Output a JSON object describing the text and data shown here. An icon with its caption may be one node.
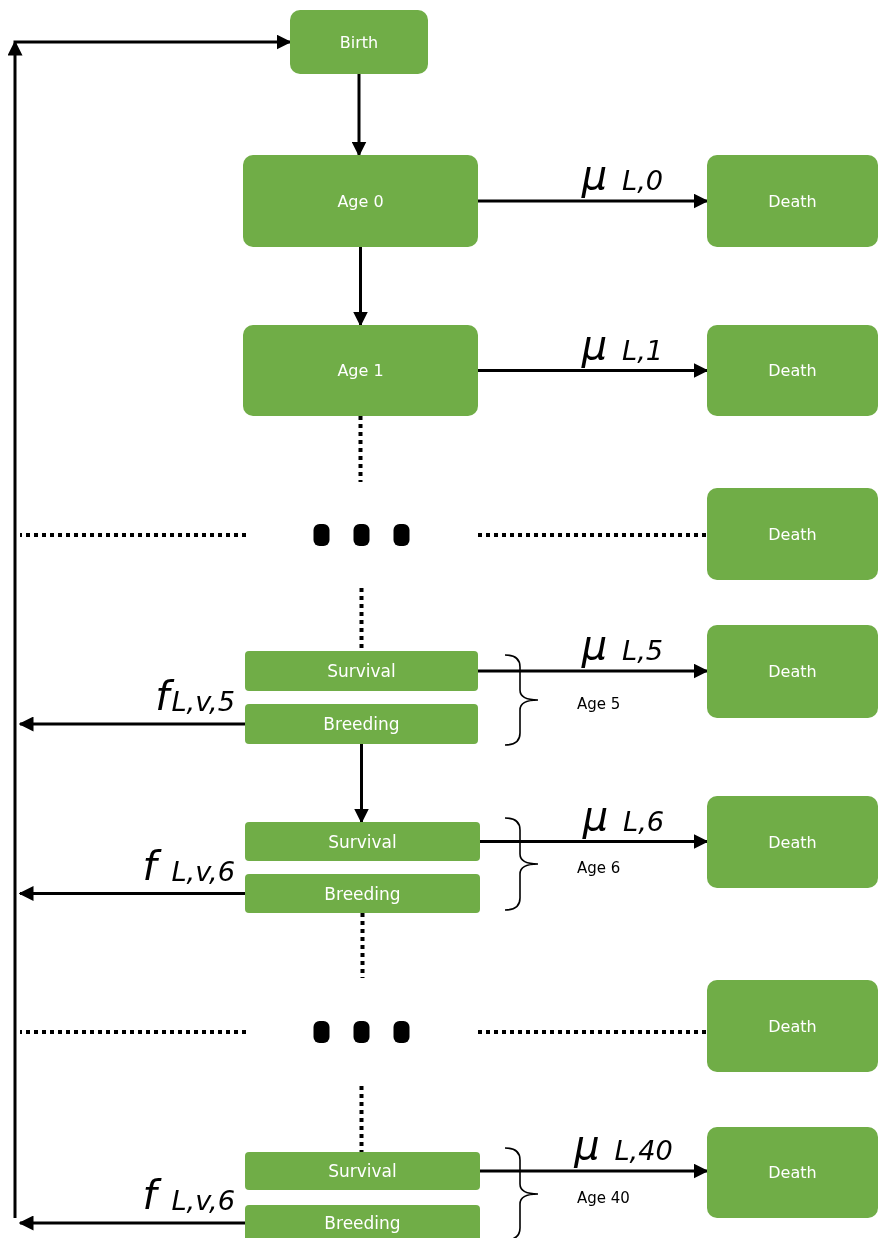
{
  "diagram": {
    "nodes": [
      {
        "text": [
          "Birth"
        ]
      },
      {
        "text": [
          "Age 0"
        ]
      },
      {
        "text": [
          "Death"
        ]
      },
      {
        "text": [
          "Age 1"
        ]
      },
      {
        "text": [
          "Death"
        ]
      },
      {
        "text": [],
        "shape": "ellipsis"
      },
      {
        "text": [
          "Death"
        ]
      },
      {
        "text": [
          "Survival"
        ]
      },
      {
        "text": [
          "Breeding"
        ]
      },
      {
        "text": [
          "Death"
        ]
      },
      {
        "text": [
          "Survival"
        ]
      },
      {
        "text": [
          "Breeding"
        ]
      },
      {
        "text": [
          "Death"
        ]
      },
      {
        "text": [],
        "shape": "ellipsis"
      },
      {
        "text": [
          "Death"
        ]
      },
      {
        "text": [
          "Survival"
        ]
      },
      {
        "text": [
          "Breeding"
        ]
      },
      {
        "text": [
          "Death"
        ]
      }
    ],
    "edges": [
      {
        "from": 0,
        "to": 1,
        "arrow": "to"
      },
      {
        "from": 1,
        "to": 2,
        "arrow": "to",
        "label": "μ $_{L,0}$"
      },
      {
        "from": 1,
        "to": 3,
        "arrow": "to"
      },
      {
        "from": 3,
        "to": 4,
        "arrow": "to",
        "label": "μ $_{L,1}$"
      },
      {
        "from": 3,
        "to": 5,
        "arrow": "none",
        "style": "dashed"
      },
      {
        "from": null,
        "to": 5,
        "arrow": "none",
        "style": "dashed"
      },
      {
        "from": 5,
        "to": 6,
        "arrow": "none",
        "style": "dashed"
      },
      {
        "from": 5,
        "to": 7,
        "arrow": "none",
        "style": "dashed"
      },
      {
        "from": 7,
        "to": 9,
        "arrow": "to",
        "label": "μ $_{L,5}$"
      },
      {
        "from": 8,
        "to": null,
        "arrow": "to",
        "label": "f$_{L,v,5}$"
      },
      {
        "from": 8,
        "to": 10,
        "arrow": "to"
      },
      {
        "from": 10,
        "to": 12,
        "arrow": "to",
        "label": "μ $_{L,6}$"
      },
      {
        "from": 11,
        "to": null,
        "arrow": "to",
        "label": "f $_{L,v,6}$"
      },
      {
        "from": 11,
        "to": 13,
        "arrow": "none",
        "style": "dashed"
      },
      {
        "from": null,
        "to": 13,
        "arrow": "none",
        "style": "dashed"
      },
      {
        "from": 13,
        "to": 14,
        "arrow": "none",
        "style": "dashed"
      },
      {
        "from": 13,
        "to": 15,
        "arrow": "none",
        "style": "dashed"
      },
      {
        "from": 15,
        "to": 17,
        "arrow": "to",
        "label": "μ $_{L,40}$"
      },
      {
        "from": 16,
        "to": null,
        "arrow": "to",
        "label": "f $_{L,v,6}$"
      },
      {
        "from": null,
        "to": 0,
        "arrow": "to"
      }
    ],
    "labels": [
      "Age 5",
      "Age 6",
      "Age 40"
    ]
  }
}
